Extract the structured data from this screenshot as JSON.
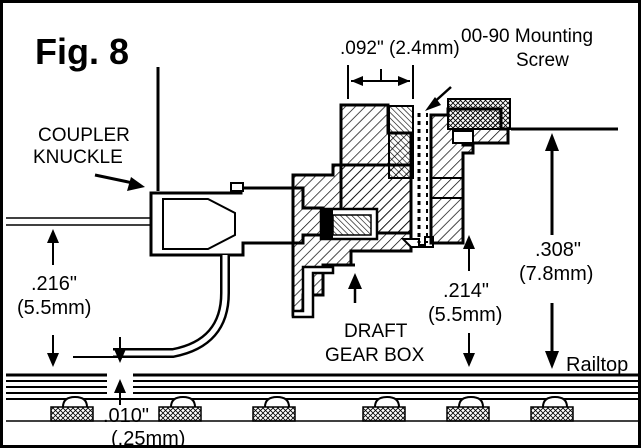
{
  "figure": {
    "title": "Fig. 8",
    "labels": {
      "gap_dim": ".092\" (2.4mm)",
      "screw_line1": "00-90 Mounting",
      "screw_line2": "Screw",
      "coupler_line1": "COUPLER",
      "coupler_line2": "KNUCKLE",
      "height_308": ".308\"",
      "height_308_mm": "(7.8mm)",
      "height_216": ".216\"",
      "height_216_mm": "(5.5mm)",
      "height_214": ".214\"",
      "height_214_mm": "(5.5mm)",
      "draft_line1": "DRAFT",
      "draft_line2": "GEAR BOX",
      "railtop": "Railtop",
      "clearance": ".010\"",
      "clearance_mm": "(.25mm)"
    }
  }
}
